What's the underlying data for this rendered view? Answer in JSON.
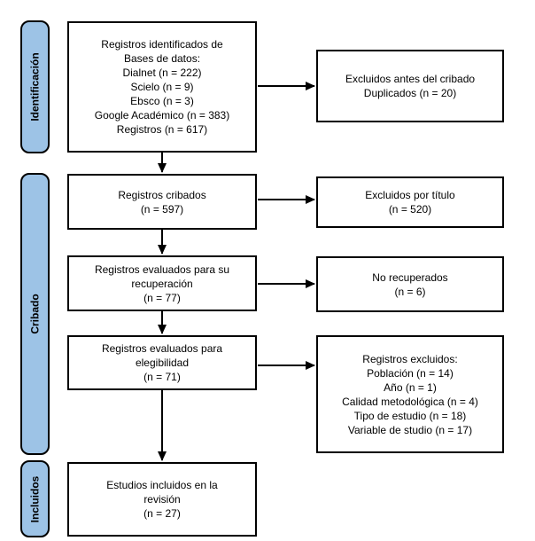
{
  "stages": {
    "identificacion": "Identificación",
    "cribado": "Cribado",
    "incluidos": "Incluidos"
  },
  "boxes": {
    "identified": {
      "lines": [
        "Registros identificados de",
        "Bases de datos:",
        "Dialnet (n = 222)",
        "Scielo (n = 9)",
        "Ebsco (n = 3)",
        "Google Académico (n = 383)",
        "Registros (n = 617)"
      ]
    },
    "screened": {
      "lines": [
        "Registros cribados",
        "(n = 597)"
      ]
    },
    "retrieval": {
      "lines": [
        "Registros evaluados para su",
        "recuperación",
        "(n = 77)"
      ]
    },
    "eligibility": {
      "lines": [
        "Registros evaluados para",
        "elegibilidad",
        "(n = 71)"
      ]
    },
    "included": {
      "lines": [
        "Estudios incluidos en la",
        "revisión",
        "(n = 27)"
      ]
    },
    "excluded_before_screening": {
      "lines": [
        "Excluidos antes del cribado",
        "Duplicados (n = 20)"
      ]
    },
    "excluded_by_title": {
      "lines": [
        "Excluidos por título",
        "(n = 520)"
      ]
    },
    "not_retrieved": {
      "lines": [
        "No recuperados",
        "(n = 6)"
      ]
    },
    "excluded_reasons": {
      "lines": [
        "Registros excluidos:",
        "Población (n = 14)",
        "Año (n = 1)",
        "Calidad metodológica (n = 4)",
        "Tipo de estudio (n = 18)",
        "Variable de studio (n = 17)"
      ]
    }
  },
  "colors": {
    "stage_fill": "#9DC3E6",
    "line": "#000000",
    "box_background": "#FFFFFF"
  }
}
